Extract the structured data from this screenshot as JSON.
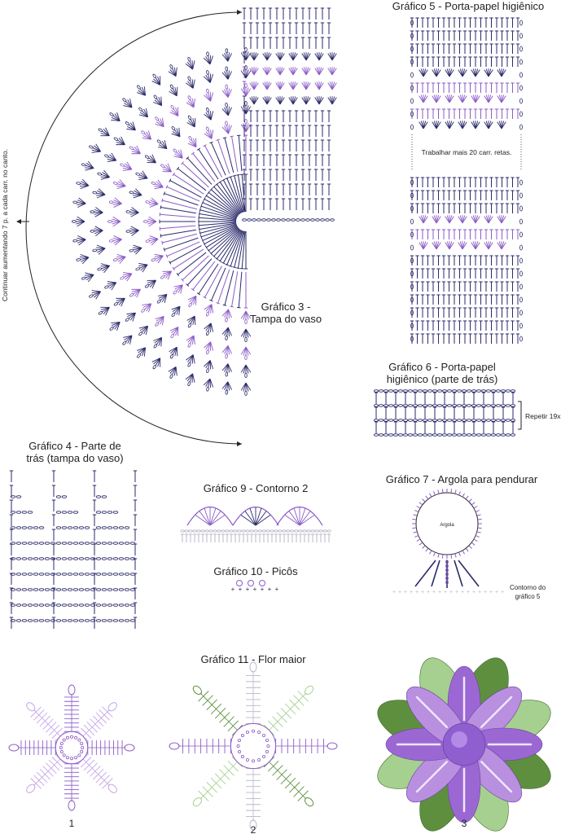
{
  "colors": {
    "navy": "#2b2a6b",
    "purple": "#8b5cc7",
    "lilac": "#c7a6e6",
    "green": "#5e8f3e",
    "lightgreen": "#a6d08f",
    "grey": "#b8b8c8"
  },
  "g3": {
    "title_l1": "Gráfico 3 -",
    "title_l2": "Tampa do vaso",
    "side_note": "Continuar aumentando 7 p. a cada carr. no canto."
  },
  "g4": {
    "title_l1": "Gráfico 4 - Parte de",
    "title_l2": "trás (tampa do vaso)"
  },
  "g5": {
    "title": "Gráfico 5 - Porta-papel higiênico",
    "note": "Trabalhar mais 20 carr. retas."
  },
  "g6": {
    "title_l1": "Gráfico 6 - Porta-papel",
    "title_l2": "higiênico (parte de trás)",
    "repeat": "Repetir 19x"
  },
  "g7": {
    "title": "Gráfico 7 - Argola para pendurar",
    "ring": "Argola",
    "note_l1": "Contorno do",
    "note_l2": "gráfico 5"
  },
  "g9": {
    "title": "Gráfico 9 - Contorno 2"
  },
  "g10": {
    "title": "Gráfico 10 - Picôs"
  },
  "g11": {
    "title": "Gráfico 11 - Flor maior",
    "fig1": "1",
    "fig2": "2",
    "fig3": "3"
  }
}
